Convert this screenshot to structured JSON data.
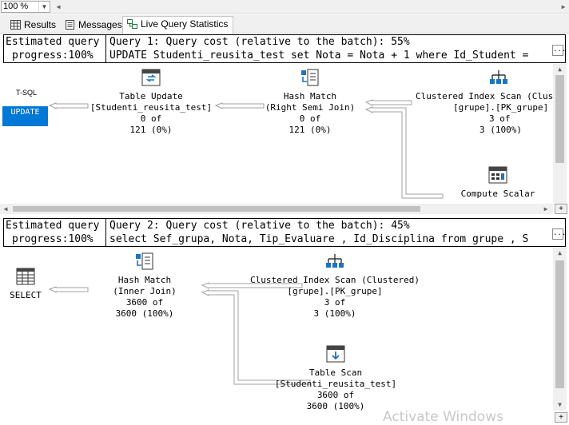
{
  "toolbar": {
    "zoom": "100 %"
  },
  "tabs": [
    {
      "label": "Results",
      "icon": "grid-icon"
    },
    {
      "label": "Messages",
      "icon": "messages-icon"
    },
    {
      "label": "Live Query Statistics",
      "icon": "live-stats-icon",
      "active": true
    }
  ],
  "query1": {
    "progress_line1": "Estimated query",
    "progress_line2": "progress:100%",
    "cost_line": "Query 1: Query cost (relative to the batch): 55%",
    "sql_line": "UPDATE Studenti_reusita_test set Nota = Nota + 1 where Id_Student = ",
    "tsql_label": "T-SQL",
    "root_label": "UPDATE",
    "nodes": {
      "table_update": {
        "name": "Table Update",
        "object": "[Studenti_reusita_test]",
        "rows": "0 of",
        "estimate": "121 (0%)"
      },
      "hash_match": {
        "name": "Hash Match",
        "detail": "(Right Semi Join)",
        "rows": "0 of",
        "estimate": "121 (0%)"
      },
      "clustered_scan": {
        "name": "Clustered Index Scan (Clus",
        "object": "[grupe].[PK_grupe]",
        "rows": "3 of",
        "estimate": "3 (100%)"
      },
      "compute_scalar": {
        "name": "Compute Scalar"
      }
    }
  },
  "query2": {
    "progress_line1": "Estimated query",
    "progress_line2": "progress:100%",
    "cost_line": "Query 2: Query cost (relative to the batch): 45%",
    "sql_line": "select Sef_grupa, Nota, Tip_Evaluare , Id_Disciplina from grupe , S",
    "root_label": "SELECT",
    "nodes": {
      "hash_match": {
        "name": "Hash Match",
        "detail": "(Inner Join)",
        "rows": "3600 of",
        "estimate": "3600 (100%)"
      },
      "clustered_scan": {
        "name": "Clustered Index Scan (Clustered)",
        "object": "[grupe].[PK_grupe]",
        "rows": "3 of",
        "estimate": "3 (100%)"
      },
      "table_scan": {
        "name": "Table Scan",
        "object": "[Studenti_reusita_test]",
        "rows": "3600 of",
        "estimate": "3600 (100%)"
      }
    }
  },
  "more_button": "...",
  "plus_label": "+",
  "watermark": "Activate Windows",
  "colors": {
    "accent": "#0078d7",
    "arrow": "#a0a0a0",
    "scrollbar": "#f0f0f0"
  }
}
